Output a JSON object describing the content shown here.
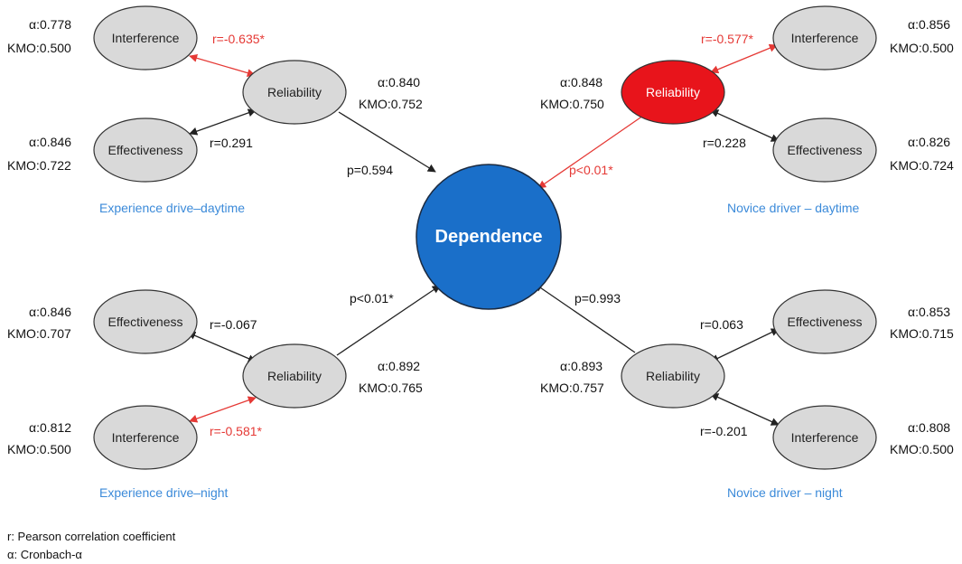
{
  "center": {
    "label": "Dependence",
    "color": "#1a6fc9"
  },
  "colors": {
    "node_fill": "#d9d9d9",
    "highlight_fill": "#e8141b",
    "significant": "#e53935",
    "group_label": "#3b8ad9"
  },
  "quadrants": {
    "top_left": {
      "group_label": "Experience drive–daytime",
      "reliability": {
        "label": "Reliability",
        "alpha": "α:0.840",
        "kmo": "KMO:0.752",
        "highlight": false
      },
      "interference": {
        "label": "Interference",
        "alpha": "α:0.778",
        "kmo": "KMO:0.500"
      },
      "effectiveness": {
        "label": "Effectiveness",
        "alpha": "α:0.846",
        "kmo": "KMO:0.722"
      },
      "r_interference": "r=-0.635*",
      "r_effectiveness": "r=0.291",
      "p_value": "p=0.594"
    },
    "top_right": {
      "group_label": "Novice driver – daytime",
      "reliability": {
        "label": "Reliability",
        "alpha": "α:0.848",
        "kmo": "KMO:0.750",
        "highlight": true
      },
      "interference": {
        "label": "Interference",
        "alpha": "α:0.856",
        "kmo": "KMO:0.500"
      },
      "effectiveness": {
        "label": "Effectiveness",
        "alpha": "α:0.826",
        "kmo": "KMO:0.724"
      },
      "r_interference": "r=-0.577*",
      "r_effectiveness": "r=0.228",
      "p_value": "p<0.01*"
    },
    "bottom_left": {
      "group_label": "Experience drive–night",
      "reliability": {
        "label": "Reliability",
        "alpha": "α:0.892",
        "kmo": "KMO:0.765",
        "highlight": false
      },
      "interference": {
        "label": "Interference",
        "alpha": "α:0.812",
        "kmo": "KMO:0.500"
      },
      "effectiveness": {
        "label": "Effectiveness",
        "alpha": "α:0.846",
        "kmo": "KMO:0.707"
      },
      "r_interference": "r=-0.581*",
      "r_effectiveness": "r=-0.067",
      "p_value": "p<0.01*"
    },
    "bottom_right": {
      "group_label": "Novice driver – night",
      "reliability": {
        "label": "Reliability",
        "alpha": "α:0.893",
        "kmo": "KMO:0.757",
        "highlight": false
      },
      "interference": {
        "label": "Interference",
        "alpha": "α:0.808",
        "kmo": "KMO:0.500"
      },
      "effectiveness": {
        "label": "Effectiveness",
        "alpha": "α:0.853",
        "kmo": "KMO:0.715"
      },
      "r_interference": "r=-0.201",
      "r_effectiveness": "r=0.063",
      "p_value": "p=0.993"
    }
  },
  "legend": {
    "r_line": "r: Pearson correlation coefficient",
    "alpha_line": "α: Cronbach-α"
  }
}
